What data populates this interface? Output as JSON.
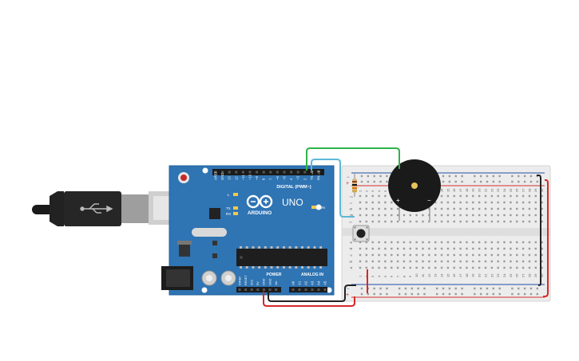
{
  "colors": {
    "canvas": "#ffffff",
    "board": "#2f74b3",
    "board_dark": "#1f5d96",
    "header": "#1b1b1b",
    "breadboard": "#ececec",
    "rail_red": "#d32f2f",
    "rail_blue": "#1e4fa6",
    "wire_green": "#2fb34a",
    "wire_cyan": "#5db8d6",
    "wire_red": "#d62828",
    "wire_black": "#222222",
    "buzzer": "#1a1a1a",
    "buzzer_dot": "#e8c35a"
  },
  "arduino": {
    "logo": "ARDUINO",
    "model": "UNO",
    "digital_label": "DIGITAL (PWM~)",
    "power_label": "POWER",
    "analog_label": "ANALOG IN",
    "on_label": "ON",
    "led_labels": [
      "L",
      "TX",
      "RX"
    ],
    "digital_pins": [
      "AREF",
      "GND",
      "13",
      "12",
      "~11",
      "~10",
      "~9",
      "8",
      "7",
      "~6",
      "~5",
      "4",
      "~3",
      "2",
      "TX→1",
      "RX←0"
    ],
    "power_pins": [
      "IOREF",
      "RESET",
      "3V3",
      "5V",
      "GND",
      "GND",
      "Vin"
    ],
    "analog_pins": [
      "A0",
      "A1",
      "A2",
      "A3",
      "A4",
      "A5"
    ]
  },
  "breadboard": {
    "row_letters_top": [
      "j",
      "i",
      "h",
      "g",
      "f"
    ],
    "row_letters_bottom": [
      "e",
      "d",
      "c",
      "b",
      "a"
    ],
    "column_numbers": [
      "1",
      "2",
      "3",
      "4",
      "5",
      "6",
      "7",
      "8",
      "9",
      "10",
      "11",
      "12",
      "13",
      "14",
      "15",
      "16",
      "17",
      "18",
      "19",
      "20",
      "21",
      "22",
      "23",
      "24",
      "25",
      "26",
      "27",
      "28",
      "29",
      "30"
    ]
  },
  "buzzer": {
    "plus": "+",
    "minus": "−"
  },
  "rails": {
    "plus": "+",
    "minus": "−"
  }
}
